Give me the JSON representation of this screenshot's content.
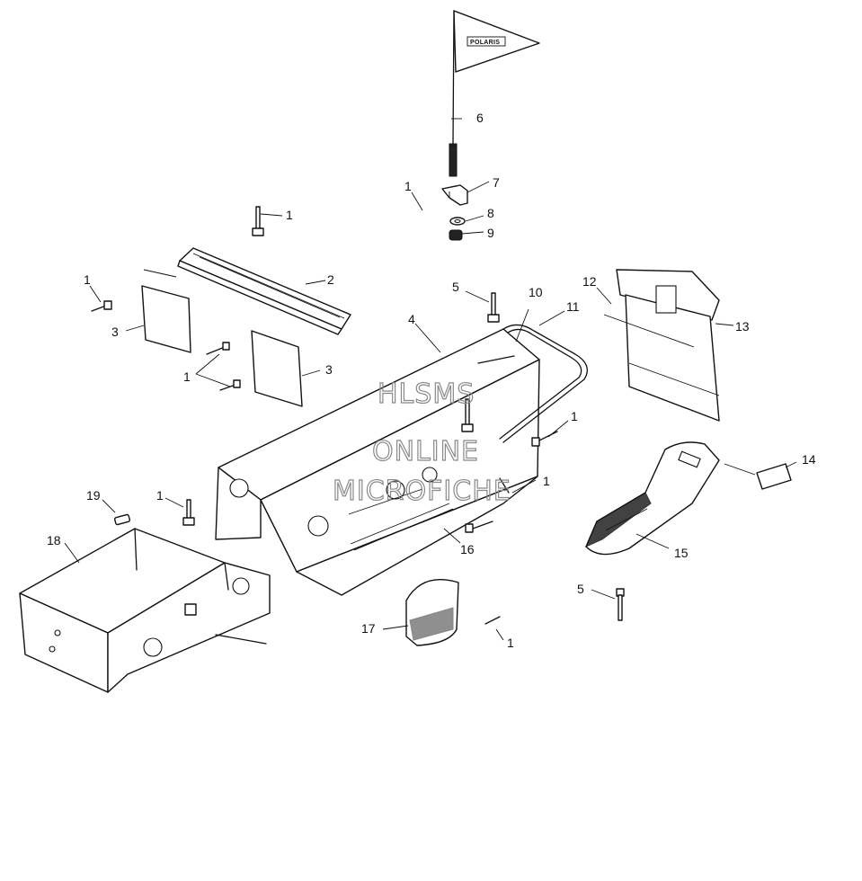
{
  "flag_brand": "POLARIS",
  "watermark": [
    "HLSMS",
    "ONLINE",
    "MICROFICHE"
  ],
  "callouts": {
    "c1_top_left_bolt": "1",
    "c1_upper_bolt": "1",
    "c1_flag_bolt": "1",
    "c1_mid_bolts": "1",
    "c1_right_upper": "1",
    "c1_right_lower": "1",
    "c1_rear_frame": "1",
    "c1_bottom": "1",
    "c2": "2",
    "c3_left": "3",
    "c3_right": "3",
    "c4": "4",
    "c5_upper": "5",
    "c5_lower": "5",
    "c6": "6",
    "c7": "7",
    "c8": "8",
    "c9": "9",
    "c10": "10",
    "c11": "11",
    "c12": "12",
    "c13": "13",
    "c14": "14",
    "c15": "15",
    "c16": "16",
    "c17": "17",
    "c18": "18",
    "c19": "19"
  }
}
